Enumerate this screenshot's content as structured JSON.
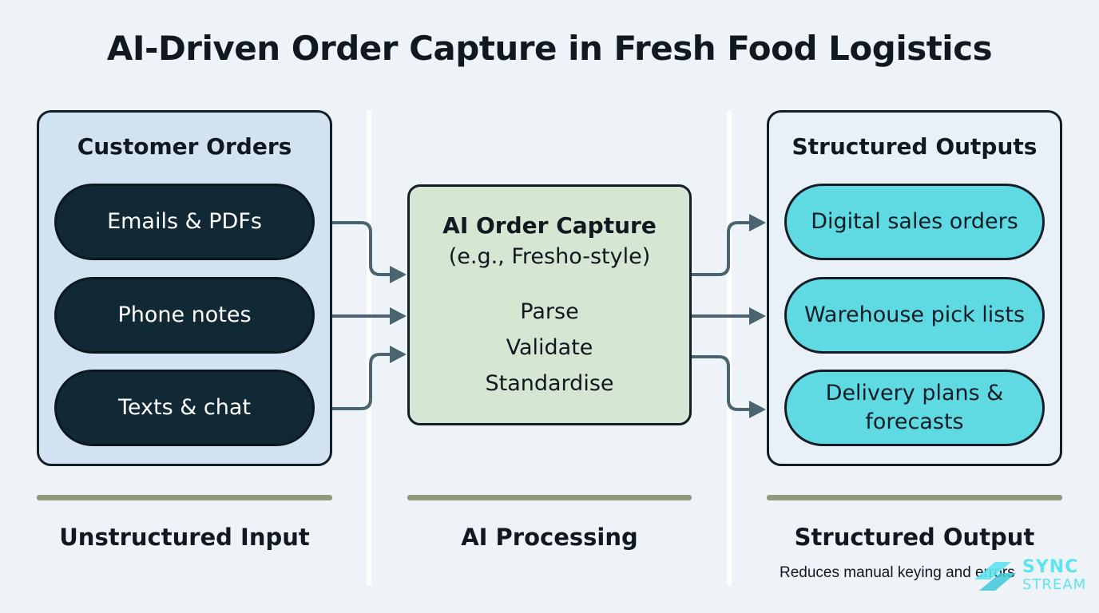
{
  "title": "AI-Driven Order Capture in Fresh Food Logistics",
  "left_panel": {
    "title": "Customer Orders",
    "items": [
      "Emails & PDFs",
      "Phone notes",
      "Texts & chat"
    ]
  },
  "center_panel": {
    "title": "AI Order Capture",
    "subtitle": "(e.g., Fresho-style)",
    "steps": [
      "Parse",
      "Validate",
      "Standardise"
    ]
  },
  "right_panel": {
    "title": "Structured Outputs",
    "items": [
      "Digital sales orders",
      "Warehouse pick lists",
      "Delivery plans & forecasts"
    ]
  },
  "footer": {
    "left": "Unstructured Input",
    "center": "AI Processing",
    "right": "Structured Output",
    "note": "Reduces manual keying and errors"
  },
  "logo": {
    "line1": "SYNC",
    "line2": "STREAM"
  },
  "colors": {
    "background": "#eef3f8",
    "input_pill": "#102935",
    "output_pill": "#5fd9e2",
    "processing_box": "#d5e7d3",
    "connector": "#4a6470",
    "underline": "#929a7e"
  }
}
